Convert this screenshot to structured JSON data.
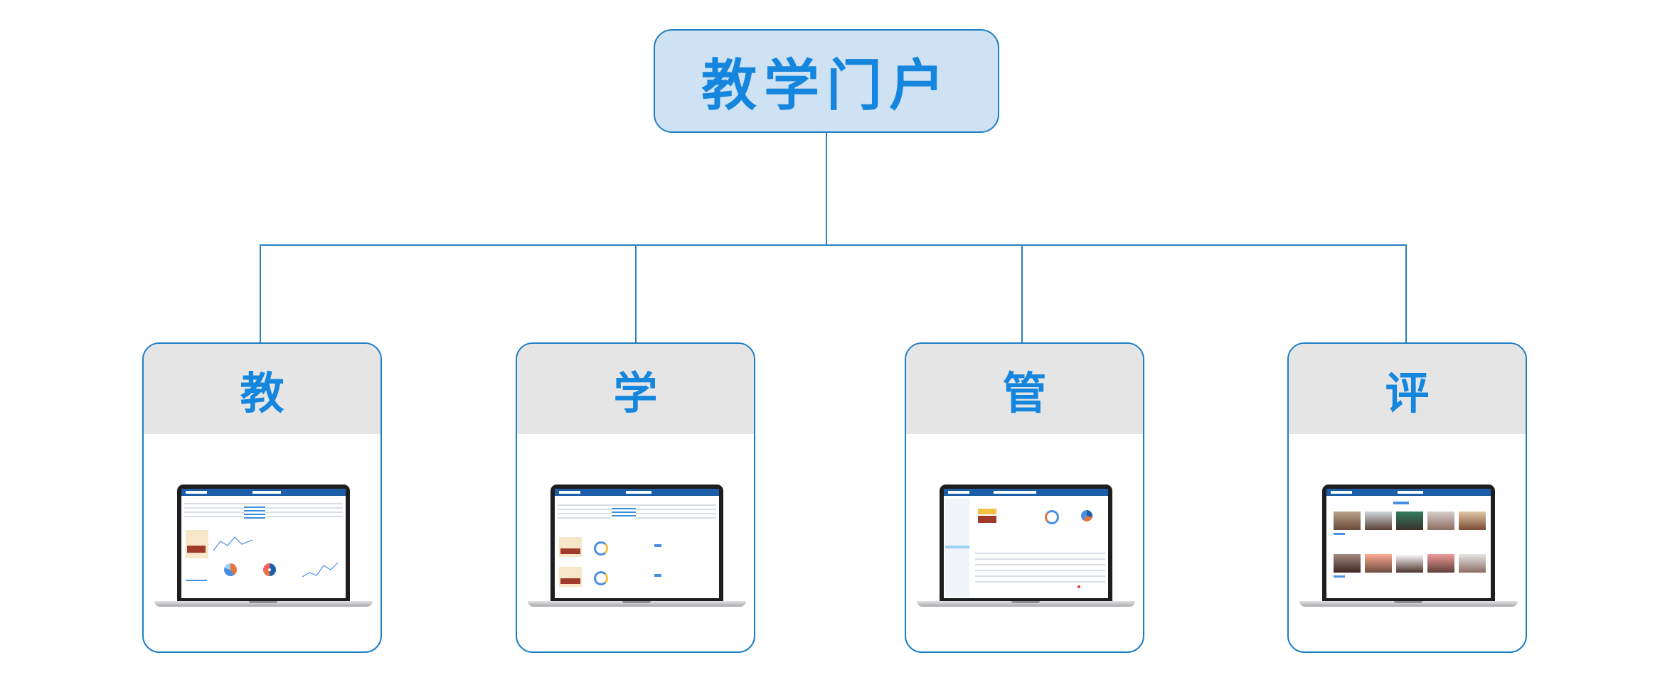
{
  "root": {
    "title": "教学门户"
  },
  "cards": [
    {
      "title": "教",
      "screen": "teach-dashboard-screenshot"
    },
    {
      "title": "学",
      "screen": "learn-dashboard-screenshot"
    },
    {
      "title": "管",
      "screen": "manage-dashboard-screenshot"
    },
    {
      "title": "评",
      "screen": "evaluate-gallery-screenshot"
    }
  ],
  "colors": {
    "accent": "#1486de",
    "border": "#1c7fc8",
    "root_fill": "#cfe2f3",
    "card_header": "#e6e5e6",
    "connector": "#2b7fc2"
  }
}
